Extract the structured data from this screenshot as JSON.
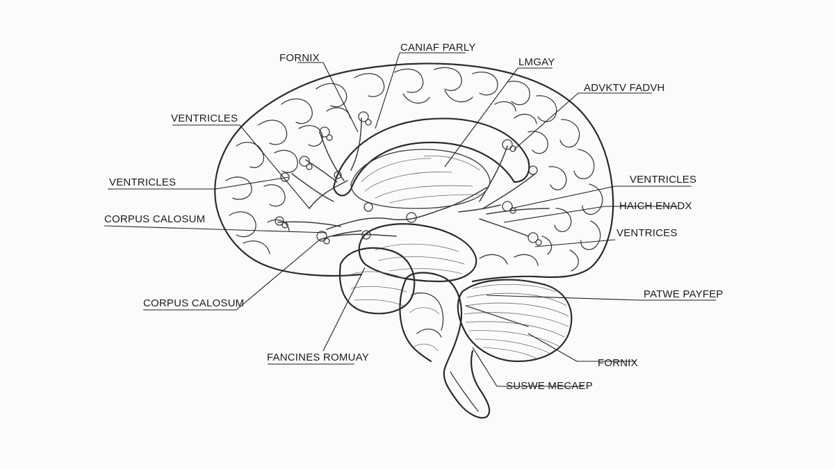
{
  "diagram": {
    "labels": {
      "fornix_top": "FORNIX",
      "caniaf_parly": "CANIAF PARLY",
      "lmgay": "LMGAY",
      "advktv_fadvh": "ADVKTV FADVH",
      "ventricles_upper_left": "VENTRICLES",
      "ventricles_left": "VENTRICLES",
      "corpus_calosum_left": "CORPUS CALOSUM",
      "corpus_calosum_lower": "CORPUS CALOSUM",
      "fancines_romuay": "FANCINES ROMUAY",
      "ventricles_right": "VENTRICLES",
      "haich_enadx": "HAICH ENADX",
      "ventrices_right": "VENTRICES",
      "patwe_payfep": "PATWE PAYFEP",
      "fornix_bottom": "FORNIX",
      "suswe_mecaep": "SUSWE MECAEP"
    }
  }
}
